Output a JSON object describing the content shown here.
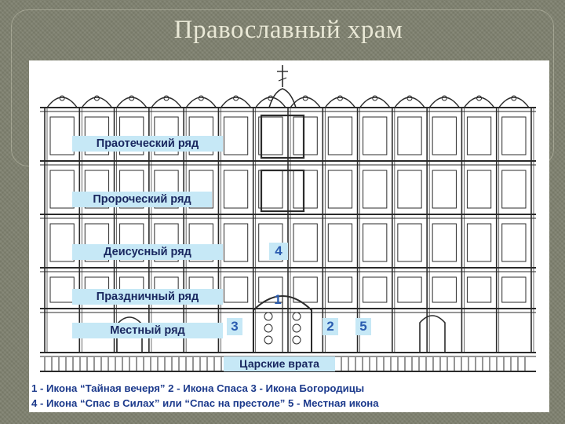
{
  "slide": {
    "title": "Православный храм"
  },
  "iconostasis": {
    "rows": [
      "Праотеческий ряд",
      "Пророческий ряд",
      "Деисусный ряд",
      "Праздничный ряд",
      "Местный ряд"
    ],
    "markers": {
      "deesis_center": "4",
      "gate_top": "1",
      "left_of_gate": "3",
      "right_of_gate_a": "2",
      "right_of_gate_b": "5"
    },
    "gate_label": "Царские врата",
    "legend": [
      "1 - Икона “Тайная вечеря”   2 - Икона Спаса   3 - Икона Богородицы",
      "4 - Икона “Спас в Силах” или “Спас на престоле”  5 - Местная икона"
    ]
  },
  "colors": {
    "background": "#7f8170",
    "title": "#e9e8d6",
    "label_fill": "#c6e8f6",
    "label_text": "#1a2860",
    "number_text": "#2a5cb0",
    "legend_text": "#1c3a8c"
  }
}
